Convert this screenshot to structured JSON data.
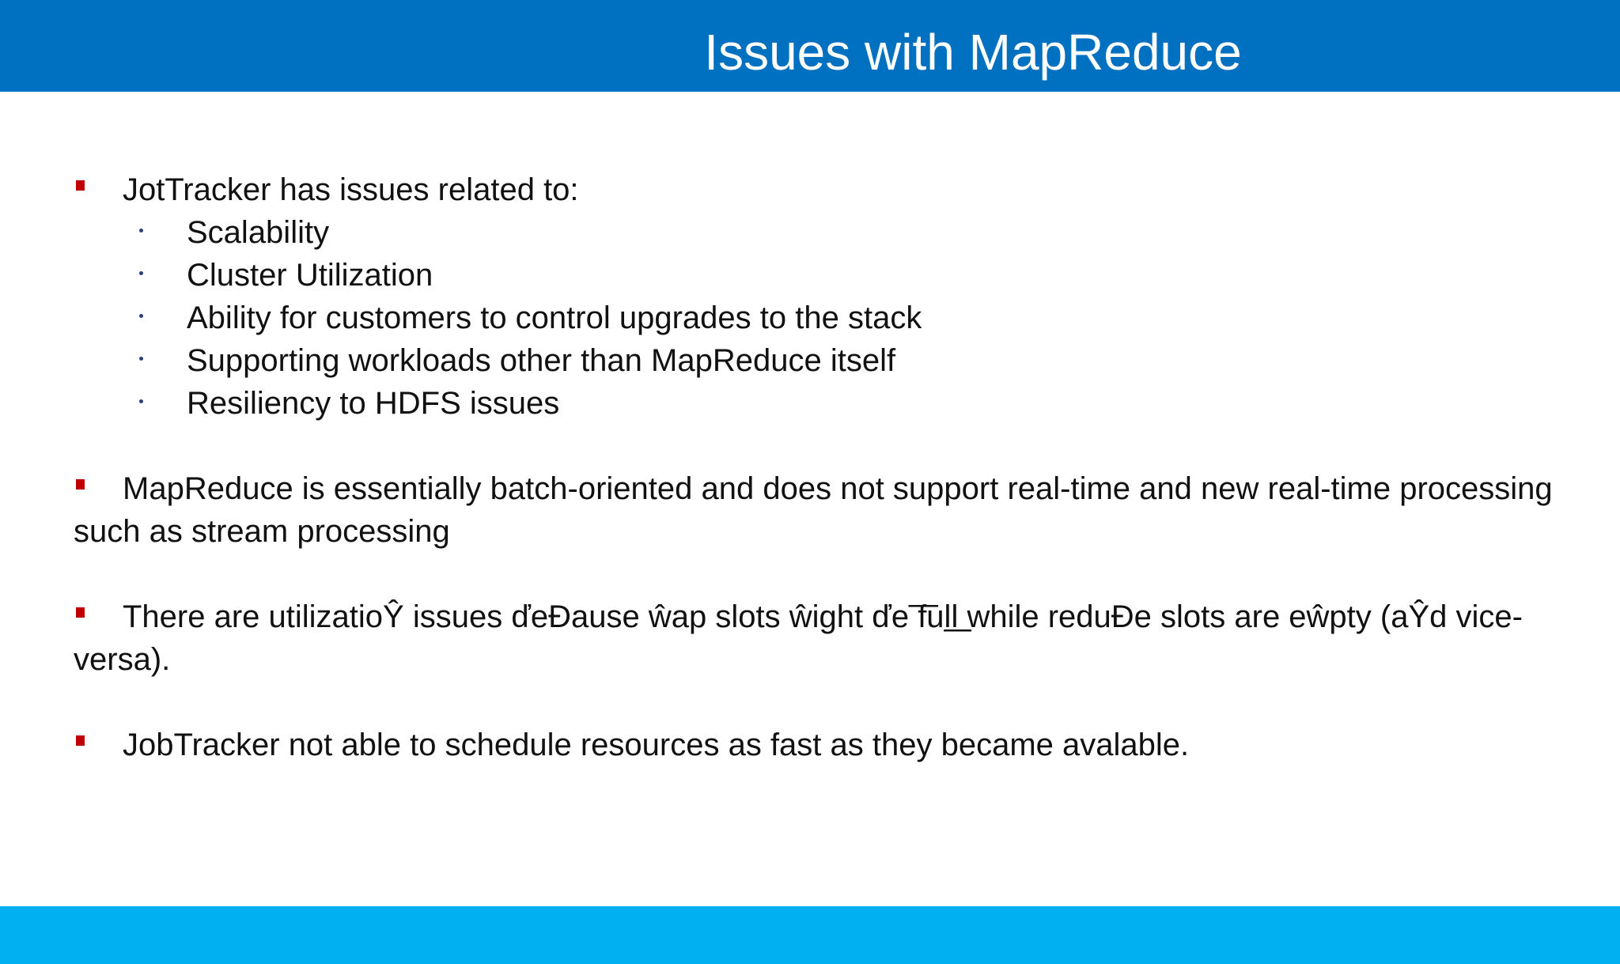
{
  "slide": {
    "title": "Issues with MapReduce",
    "colors": {
      "header": "#0070c0",
      "footer": "#00b0f0",
      "bullet": "#c00000",
      "sub_bullet": "#2a3f7e"
    }
  },
  "content": {
    "p1": {
      "text": "JotTracker has issues related to:",
      "sub_items": [
        "Scalability",
        "Cluster Utilization",
        "Ability for customers to control upgrades to the stack",
        "Supporting workloads other than MapReduce itself",
        "Resiliency to HDFS issues"
      ]
    },
    "p2": {
      "text": "MapReduce is essentially batch-oriented and does not support real-time and new real-time processing such as stream processing"
    },
    "p3": {
      "text": "There are utilizatioŶ issues ďeĐause ŵap slots ŵight ďe ͞full͟ while reduĐe slots are eŵpty (aŶd vice-versa)."
    },
    "p4": {
      "text": "JobTracker not able to schedule  resources as fast as they became avalable."
    }
  }
}
